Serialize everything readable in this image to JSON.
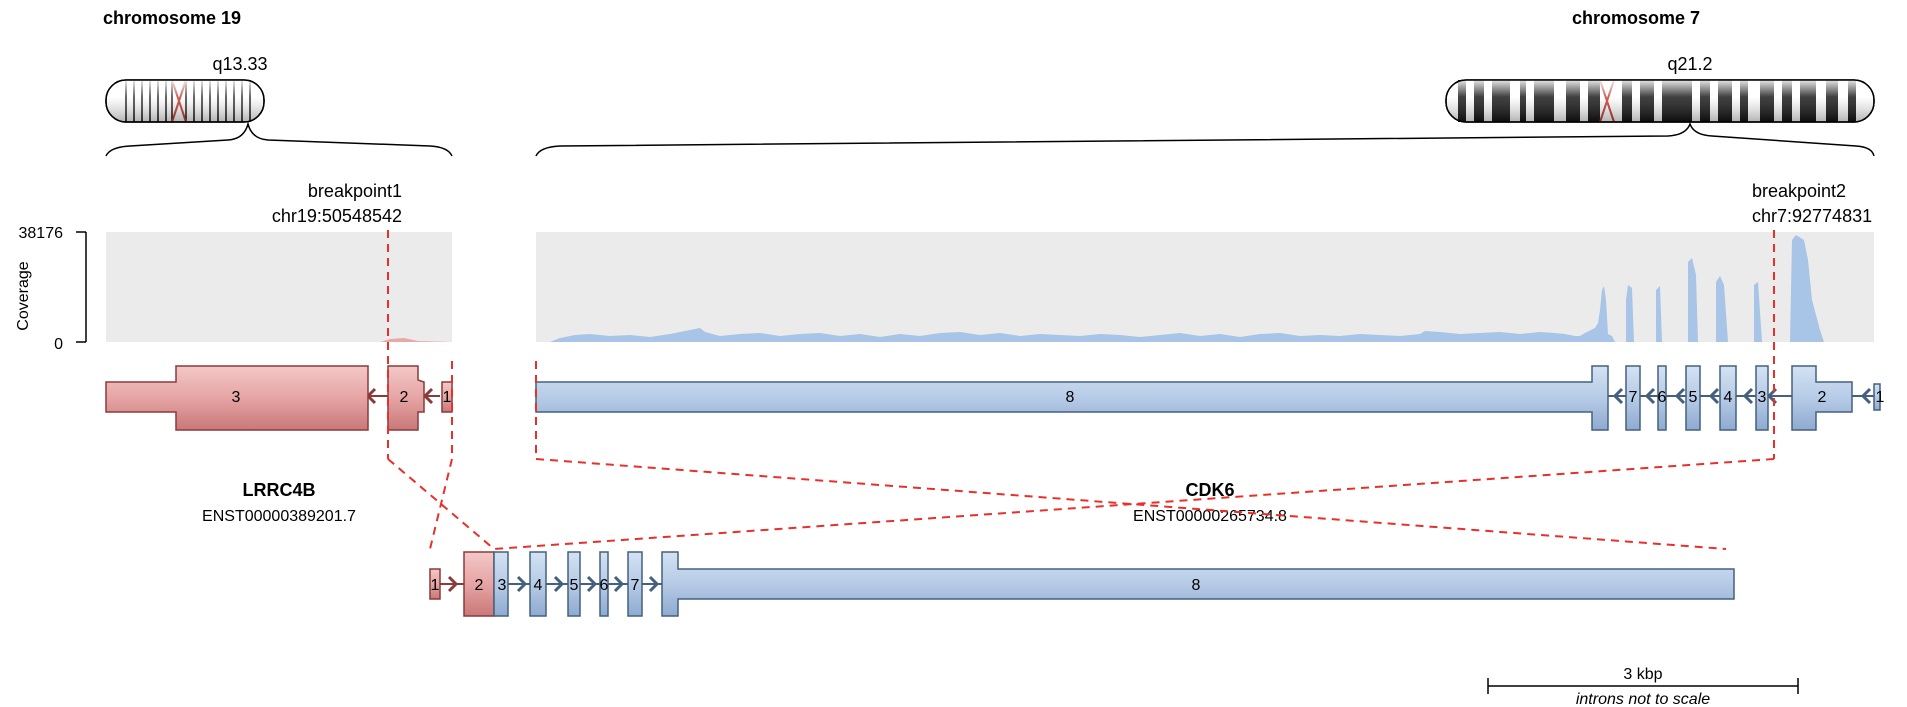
{
  "chromosomes": {
    "left": {
      "title": "chromosome 19",
      "band": "q13.33"
    },
    "right": {
      "title": "chromosome 7",
      "band": "q21.2"
    }
  },
  "breakpoints": {
    "bp1": {
      "label": "breakpoint1",
      "position": "chr19:50548542"
    },
    "bp2": {
      "label": "breakpoint2",
      "position": "chr7:92774831"
    }
  },
  "coverage": {
    "axis_label": "Coverage",
    "max": "38176",
    "min": "0"
  },
  "genes": {
    "left": {
      "name": "LRRC4B",
      "transcript": "ENST00000389201.7",
      "color": "#e8a9a9",
      "edge": "#8b3a3a"
    },
    "right": {
      "name": "CDK6",
      "transcript": "ENST00000265734.8",
      "color": "#b6cbe6",
      "edge": "#44607f"
    }
  },
  "exons": {
    "lrrc4b": [
      "3",
      "2",
      "1"
    ],
    "cdk6": [
      "8",
      "7",
      "6",
      "5",
      "4",
      "3",
      "2",
      "1"
    ],
    "fusion": [
      "1",
      "2",
      "3",
      "4",
      "5",
      "6",
      "7",
      "8"
    ]
  },
  "scale": {
    "label": "3 kbp",
    "note": "introns not to scale"
  },
  "colors": {
    "breakpoint_line": "#e8302a",
    "coverage_bg": "#ebebeb",
    "coverage_fill": "#a8c4e6"
  }
}
